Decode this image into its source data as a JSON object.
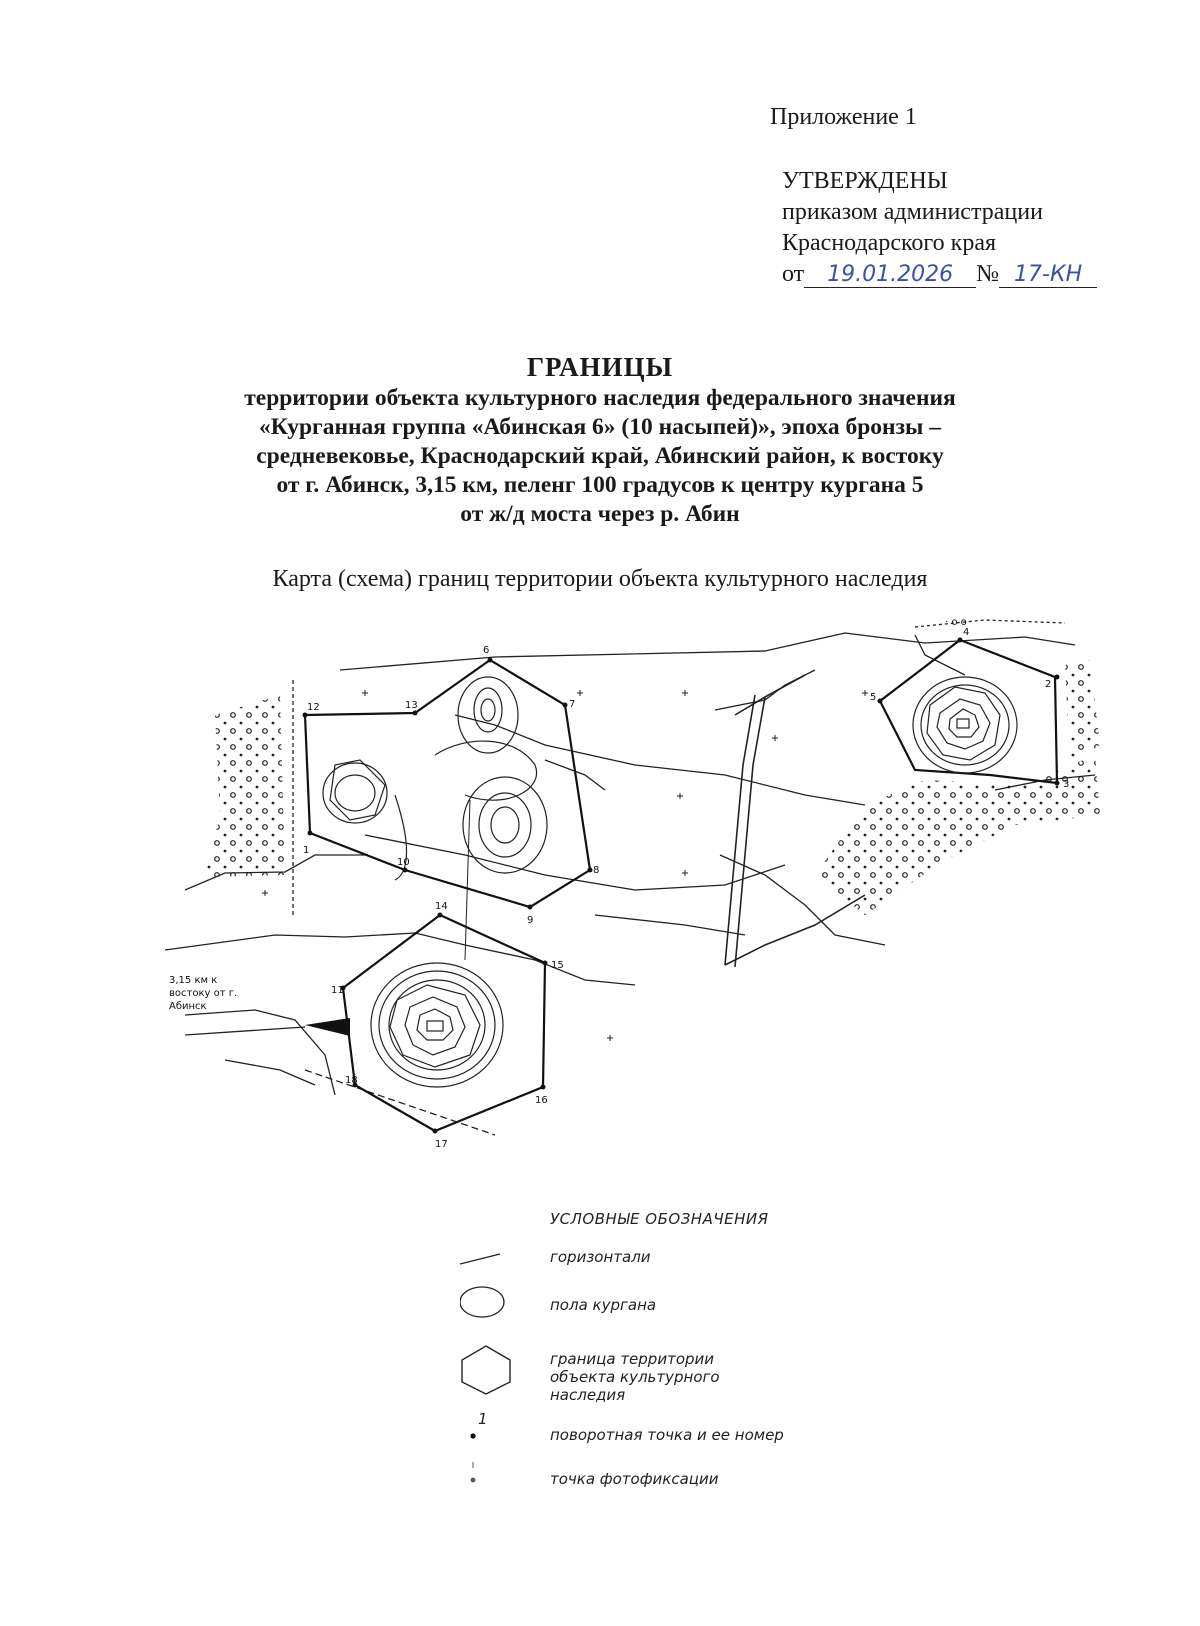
{
  "header": {
    "appendix": "Приложение 1",
    "approved": "УТВЕРЖДЕНЫ",
    "order_line1": "приказом администрации",
    "order_line2": "Краснодарского края",
    "from_label": "от",
    "date_handwritten": "19.01.2026",
    "number_label": "№",
    "number_handwritten": "17-КН"
  },
  "title": {
    "heading": "ГРАНИЦЫ",
    "lines": [
      "территории объекта культурного наследия федерального значения",
      "«Курганная группа «Абинская 6» (10 насыпей)», эпоха бронзы –",
      "средневековье, Краснодарский край, Абинский район, к востоку",
      "от г. Абинск, 3,15 км, пеленг 100 градусов к центру кургана 5",
      "от ж/д моста через р. Абин"
    ]
  },
  "subtitle": "Карта (схема) границ территории объекта культурного наследия",
  "map": {
    "direction_label_lines": [
      "3,15 км к",
      "востоку от г.",
      "Абинск"
    ],
    "turning_points": [
      "1",
      "2",
      "3",
      "4",
      "5",
      "6",
      "7",
      "8",
      "9",
      "10",
      "11",
      "12",
      "13",
      "14",
      "15",
      "16",
      "17",
      "18"
    ],
    "top_marks": "· о о"
  },
  "legend": {
    "title": "УСЛОВНЫЕ ОБОЗНАЧЕНИЯ",
    "items": [
      {
        "symbol": "line-icon",
        "label": "горизонтали"
      },
      {
        "symbol": "ellipse-icon",
        "label": "пола кургана"
      },
      {
        "symbol": "hexagon-icon",
        "label_lines": [
          "граница территории",
          "объекта культурного",
          "наследия"
        ]
      },
      {
        "symbol": "dot-icon",
        "number": "1",
        "label": "поворотная точка и ее номер"
      },
      {
        "symbol": "photo-point-icon",
        "label": "точка фотофиксации"
      }
    ]
  }
}
